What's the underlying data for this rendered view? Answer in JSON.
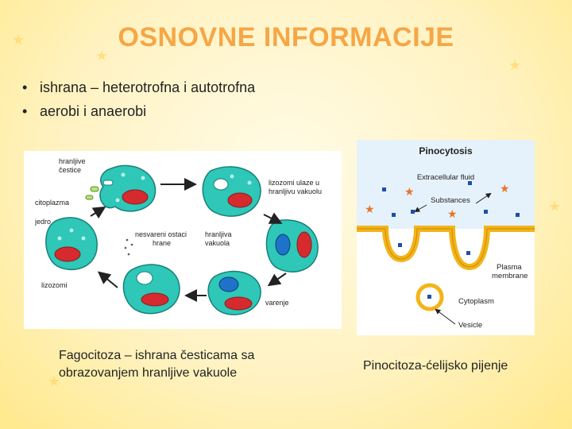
{
  "slide": {
    "title": "OSNOVNE INFORMACIJE",
    "bullets": [
      "ishrana – heterotrofna i autotrofna",
      "aerobi i anaerobi"
    ]
  },
  "phagocytosis_figure": {
    "labels": {
      "hranljive_cestice_1": "hranljive",
      "hranljive_cestice_2": "čestice",
      "citoplazma": "citoplazma",
      "jedro": "jedro",
      "lizozomi": "lizozomi",
      "nesvareni_1": "nesvareni ostaci",
      "nesvareni_2": "hrane",
      "lizozomi_ulaze_1": "lizozomi ulaze u",
      "lizozomi_ulaze_2": "hranljivu vakuolu",
      "hranljiva_vakuola_1": "hranljiva",
      "hranljiva_vakuola_2": "vakuola",
      "varenje": "varenje"
    },
    "caption_line1": "Fagocitoza – ishrana česticama sa",
    "caption_line2": "obrazovanjem hranljive vakuole"
  },
  "pinocytosis_figure": {
    "title": "Pinocytosis",
    "labels": {
      "extracellular_fluid": "Extracellular fluid",
      "substances": "Substances",
      "plasma_membrane_1": "Plasma",
      "plasma_membrane_2": "membrane",
      "cytoplasm": "Cytoplasm",
      "vesicle": "Vesicle"
    },
    "caption": "Pinocitoza-ćelijsko pijenje"
  },
  "colors": {
    "title": "#f7a645",
    "cell_fill": "#2ec7b8",
    "cell_stroke": "#1a7f78",
    "nucleus": "#d62a2f",
    "membrane": "#f2b418",
    "extracellular": "#e6f2fb"
  }
}
